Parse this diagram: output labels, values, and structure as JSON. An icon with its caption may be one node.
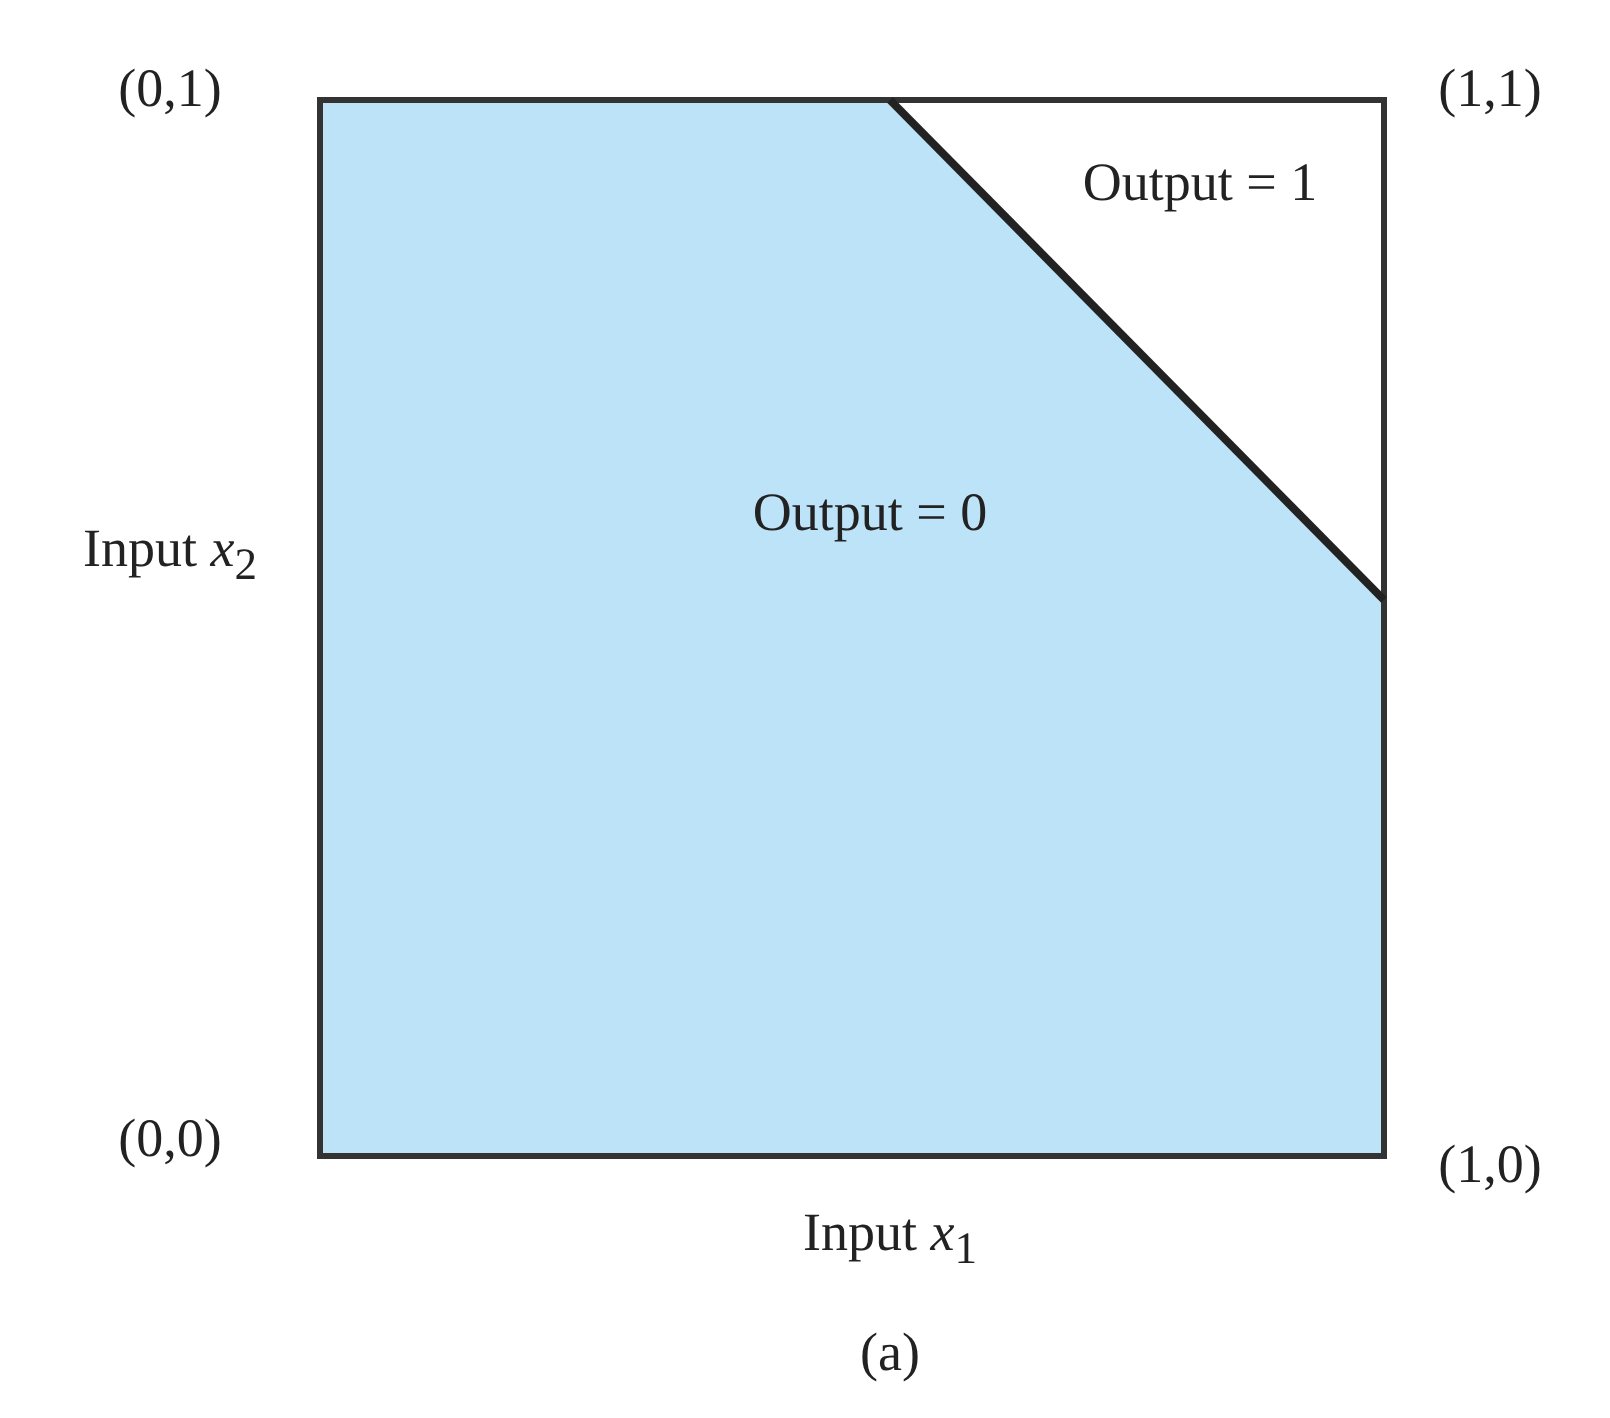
{
  "diagram": {
    "caption": "(a)",
    "nodes": [
      {
        "text": [
          "Output = 0"
        ]
      },
      {
        "text": [
          "Output = 1"
        ]
      }
    ],
    "labels": [
      "(0,1)",
      "(1,1)",
      "Input *x*$_{2}$",
      "(0,0)",
      "(1,0)",
      "Input *x*$_{1}$"
    ]
  }
}
